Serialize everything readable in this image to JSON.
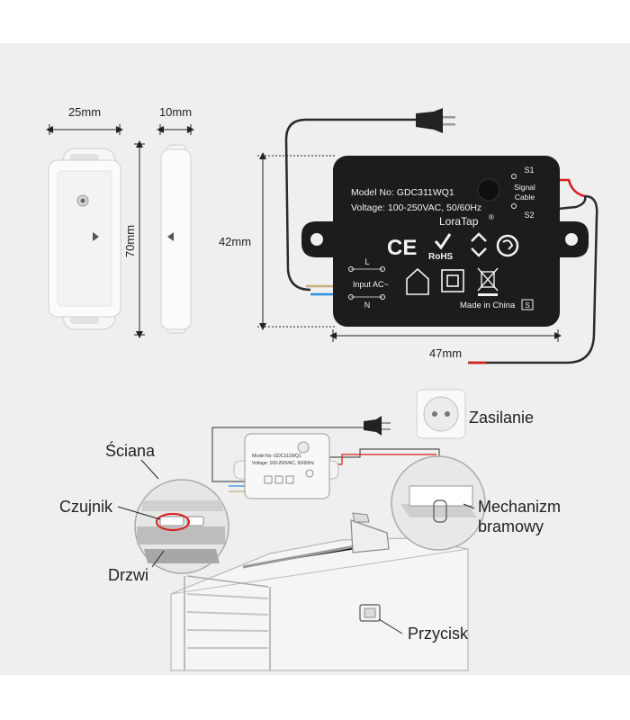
{
  "dimensions": {
    "sensor_width": "25mm",
    "magnet_width": "10mm",
    "sensor_height": "70mm",
    "device_height": "42mm",
    "device_width": "47mm"
  },
  "device": {
    "model": "Model No: GDC311WQ1",
    "voltage": "Voltage: 100-250VAC, 50/60Hz",
    "brand": "LoraTap",
    "brand_mark": "®",
    "terminal_s1": "S1",
    "terminal_s2": "S2",
    "signal_cable_line1": "Signal",
    "signal_cable_line2": "Cable",
    "terminal_l": "L",
    "terminal_n": "N",
    "input_ac": "Input AC~",
    "ce_mark": "CE",
    "rohs_mark": "RoHS",
    "origin": "Made in China",
    "s_mark": "S"
  },
  "small_device": {
    "model": "Model No: GDC311WQ1",
    "voltage": "Voltage: 100-250VAC, 50/60Hz"
  },
  "labels": {
    "wall": "Ściana",
    "sensor": "Czujnik",
    "door": "Drzwi",
    "power": "Zasilanie",
    "mechanism_line1": "Mechanizm",
    "mechanism_line2": "bramowy",
    "button": "Przycisk"
  },
  "colors": {
    "device_body": "#1c1c1c",
    "live_wire": "#d81c1c",
    "neutral_wire": "#2a8fe0",
    "background": "#efefef"
  }
}
